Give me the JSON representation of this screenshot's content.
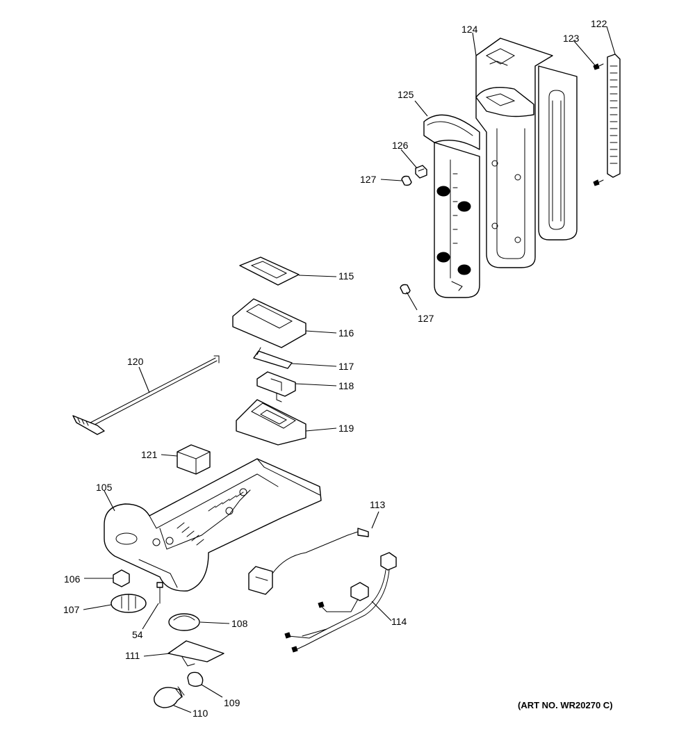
{
  "art_number": "(ART NO. WR20270 C)",
  "callouts": {
    "p122": "122",
    "p123": "123",
    "p124": "124",
    "p125": "125",
    "p126": "126",
    "p127a": "127",
    "p127b": "127",
    "p115": "115",
    "p116": "116",
    "p117": "117",
    "p118": "118",
    "p119": "119",
    "p120": "120",
    "p121": "121",
    "p105": "105",
    "p113": "113",
    "p114": "114",
    "p106": "106",
    "p107": "107",
    "p54": "54",
    "p108": "108",
    "p111": "111",
    "p109": "109",
    "p110": "110"
  }
}
